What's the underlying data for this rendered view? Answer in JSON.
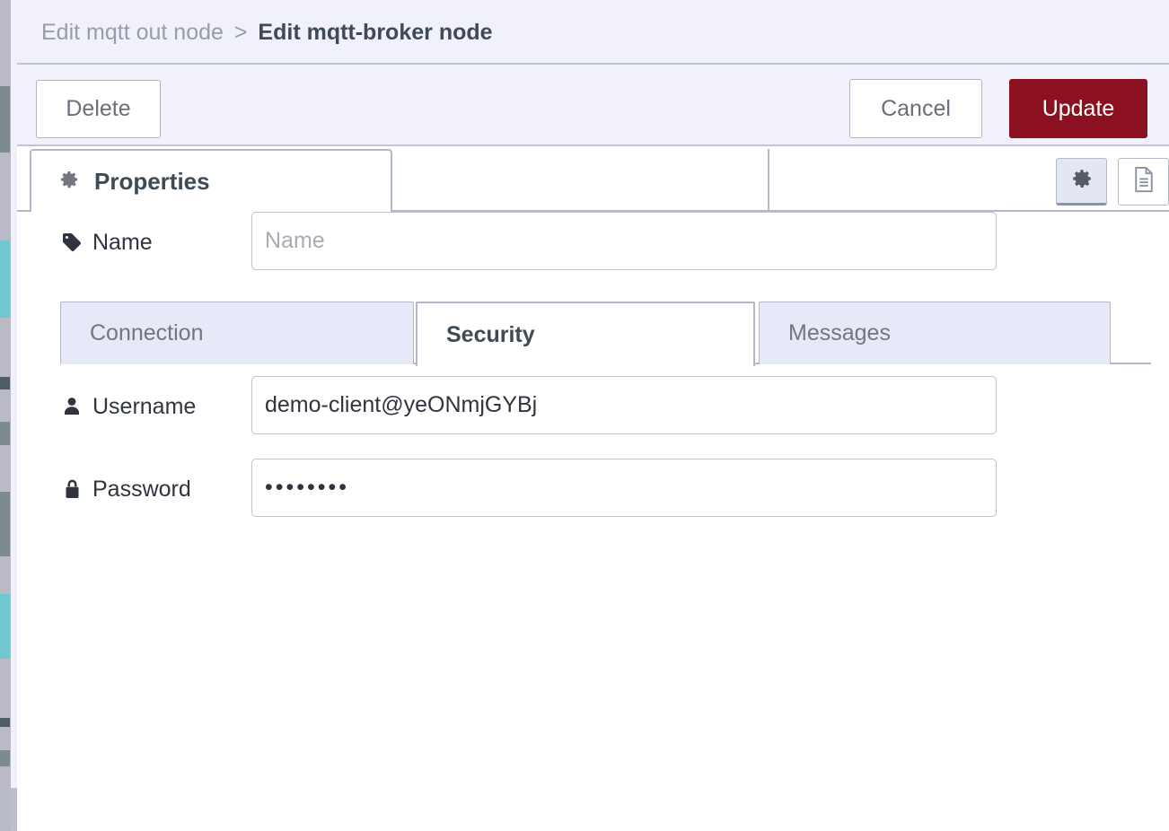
{
  "header": {
    "breadcrumb_parent": "Edit mqtt out node",
    "breadcrumb_separator": ">",
    "breadcrumb_current": "Edit mqtt-broker node"
  },
  "toolbar": {
    "delete_label": "Delete",
    "cancel_label": "Cancel",
    "update_label": "Update",
    "update_color": "#8c1120"
  },
  "tabs": {
    "properties_label": "Properties",
    "properties_icon": "gear-icon",
    "icon_buttons": [
      {
        "name": "gear-icon",
        "glyph": "⚙",
        "selected": true
      },
      {
        "name": "document-icon",
        "glyph": "📄",
        "selected": false
      }
    ]
  },
  "form": {
    "name": {
      "label": "Name",
      "icon": "tag-icon",
      "value": "",
      "placeholder": "Name"
    },
    "username": {
      "label": "Username",
      "icon": "user-icon",
      "value": "demo-client@yeONmjGYBj",
      "placeholder": ""
    },
    "password": {
      "label": "Password",
      "icon": "lock-icon",
      "value": "••••••••",
      "placeholder": ""
    }
  },
  "inner_tabs": [
    {
      "label": "Connection",
      "active": false
    },
    {
      "label": "Security",
      "active": true
    },
    {
      "label": "Messages",
      "active": false
    }
  ]
}
